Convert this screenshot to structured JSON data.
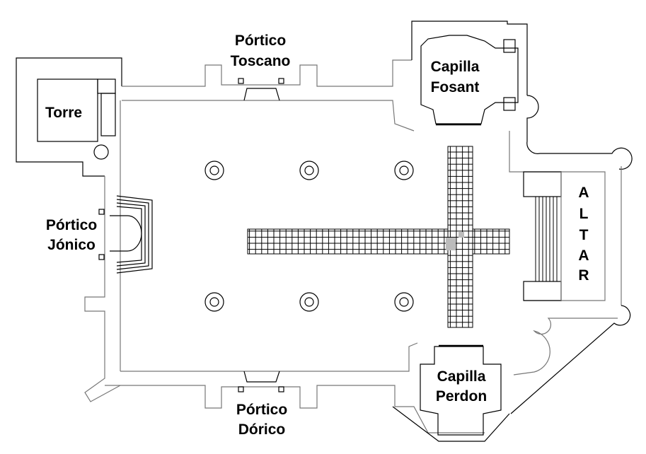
{
  "labels": {
    "torre": "Torre",
    "portico_toscano": [
      "Pórtico",
      "Toscano"
    ],
    "capilla_fosant": [
      "Capilla",
      "Fosant"
    ],
    "portico_jonico": [
      "Pórtico",
      "Jónico"
    ],
    "altar": [
      "A",
      "L",
      "T",
      "A",
      "R"
    ],
    "capilla_perdon": [
      "Capilla",
      "Perdon"
    ],
    "portico_dorico": [
      "Pórtico",
      "Dórico"
    ]
  },
  "colors": {
    "line": "#000000",
    "highlight": "#bbbbbb"
  }
}
